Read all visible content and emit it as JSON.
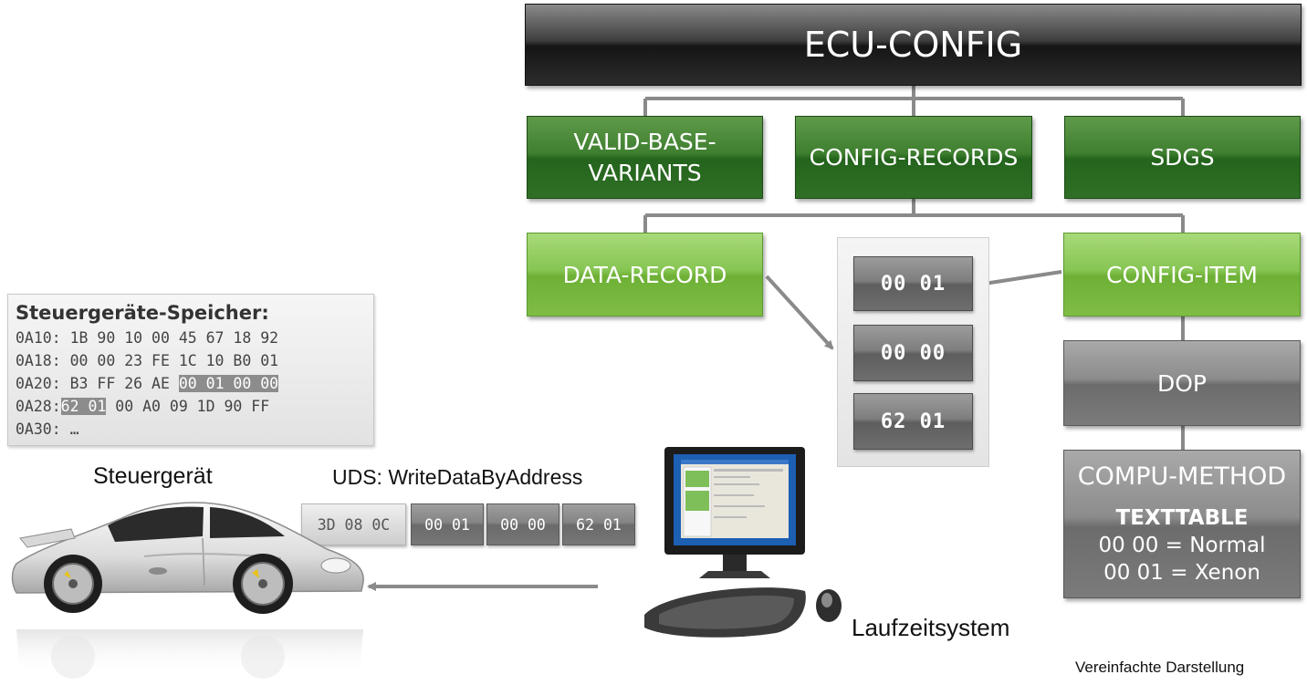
{
  "tree": {
    "root": "ECU-CONFIG",
    "level1": {
      "valid_base_variants": [
        "VALID-BASE-",
        "VARIANTS"
      ],
      "config_records": "CONFIG-RECORDS",
      "sdgs": "SDGS"
    },
    "data_record": "DATA-RECORD",
    "config_item": "CONFIG-ITEM",
    "dop": "DOP",
    "compu_method": {
      "title": "COMPU-METHOD",
      "category": "TEXTTABLE",
      "entries": [
        "00 00 = Normal",
        "00 01 = Xenon"
      ]
    }
  },
  "values_panel": [
    "00 01",
    "00 00",
    "62 01"
  ],
  "memory": {
    "title": "Steuergeräte-Speicher:",
    "rows": [
      {
        "addr": "0A10:",
        "bytes": "1B 90 10 00 45 67 18 92",
        "highlight": ""
      },
      {
        "addr": "0A18:",
        "bytes": "00 00 23 FE 1C 10 B0 01",
        "highlight": ""
      },
      {
        "addr": "0A20:",
        "bytes": "B3 FF 26 AE ",
        "highlight": "00 01 00 00"
      },
      {
        "addr": "0A28:",
        "bytes": " 00 A0 09 1D 90 FF",
        "highlight": "62 01"
      },
      {
        "addr": "0A30:",
        "bytes": "…",
        "highlight": ""
      }
    ]
  },
  "labels": {
    "ecu": "Steuergerät",
    "uds": "UDS: WriteDataByAddress",
    "runtime": "Laufzeitsystem",
    "footnote": "Vereinfachte Darstellung"
  },
  "uds_message": [
    "3D 08 0C",
    "00 01",
    "00 00",
    "62 01"
  ],
  "colors": {
    "dark_green": "#3f7f30",
    "light_green": "#86c552",
    "gray": "#8c8c8c",
    "black": "#1a1a1a",
    "connector": "#8a8a8a",
    "car_body": "#e6e6e6",
    "brake_caliper": "#e8c21a"
  },
  "icons": [
    "sports-car-image",
    "desktop-computer-image"
  ]
}
